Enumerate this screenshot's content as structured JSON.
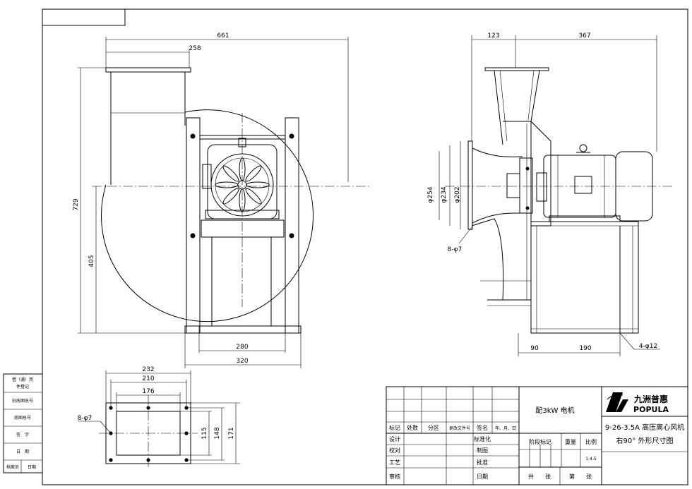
{
  "front_view": {
    "dim_overall_width": "661",
    "dim_inlet_offset": "258",
    "dim_height": "729",
    "dim_shaft_height": "405",
    "dim_base_inner": "280",
    "dim_base_outer": "320"
  },
  "side_view": {
    "dim_inlet_depth": "123",
    "dim_motor_length": "367",
    "dim_flange_outer": "φ254",
    "dim_flange_bolt": "φ234",
    "dim_flange_inner": "φ202",
    "note_flange_holes": "8-φ7",
    "dim_base_a": "90",
    "dim_base_b": "190",
    "note_base_holes": "4-φ12"
  },
  "outlet_view": {
    "dim_outer_width": "232",
    "dim_bolt_width": "210",
    "dim_inner_width": "176",
    "note_holes": "8-φ7",
    "dim_inner_height": "115",
    "dim_bolt_height": "148",
    "dim_outer_height": "171"
  },
  "side_stamp": {
    "rows": [
      "借（通）用",
      "件登记",
      "旧底图总号",
      "底图总号",
      "签　字",
      "日　期"
    ],
    "bottom_labels": [
      "档案员",
      "日期"
    ]
  },
  "title_block": {
    "motor_note": "配3kW 电机",
    "company_cn": "九洲普惠",
    "company_en": "POPULA",
    "product_name": "9-26-3.5A 高压离心风机",
    "drawing_name": "右90° 外形尺寸图",
    "header_cells": [
      "标记",
      "处数",
      "分区",
      "更改文件号",
      "签名",
      "年、月、日"
    ],
    "left_labels": [
      "设计",
      "校对",
      "工艺",
      "审核"
    ],
    "mid_labels": [
      "标准化",
      "制图",
      "批准",
      "日期"
    ],
    "stage_header": [
      "阶段标记",
      "重量",
      "比例"
    ],
    "scale": "1:4.5",
    "sheets_total": "共　　张",
    "sheet_no": "第　　张"
  }
}
